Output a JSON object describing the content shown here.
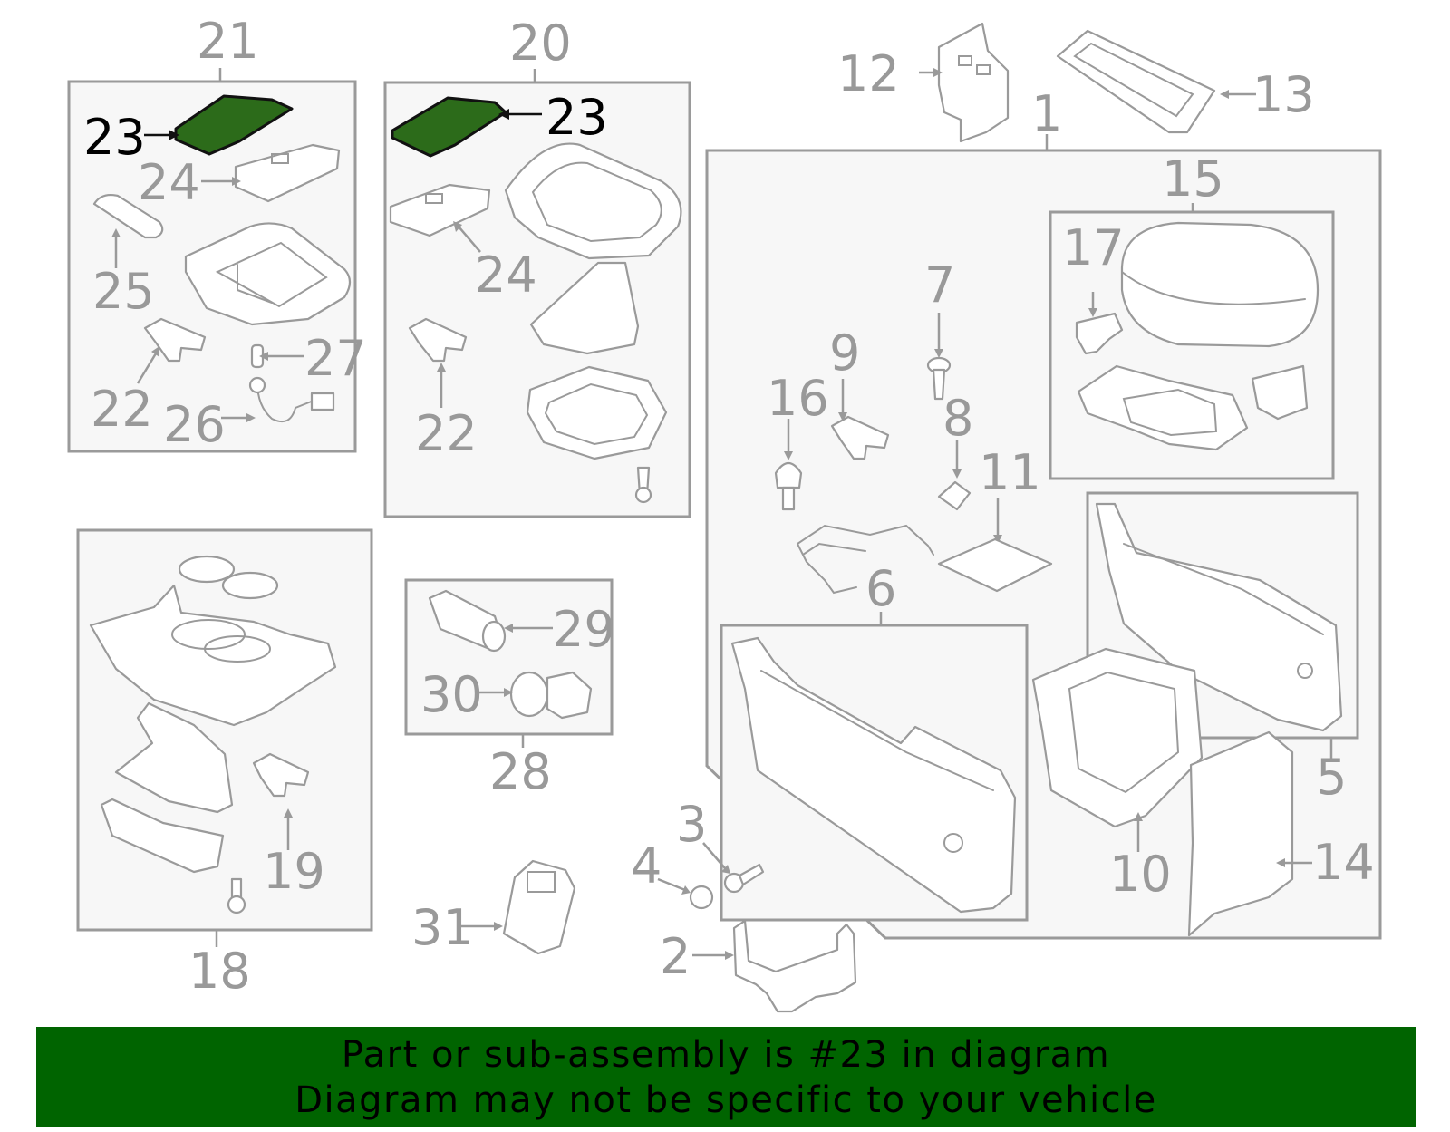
{
  "diagram": {
    "highlight_color": "#2c6b1a",
    "banner_color": "#006400",
    "labels": {
      "l1": "1",
      "l2": "2",
      "l3": "3",
      "l4": "4",
      "l5": "5",
      "l6": "6",
      "l7": "7",
      "l8": "8",
      "l9": "9",
      "l10": "10",
      "l11": "11",
      "l12": "12",
      "l13": "13",
      "l14": "14",
      "l15": "15",
      "l16": "16",
      "l17": "17",
      "l18": "18",
      "l19": "19",
      "l20": "20",
      "l21": "21",
      "l22a": "22",
      "l22b": "22",
      "l23a": "23",
      "l23b": "23",
      "l24a": "24",
      "l24b": "24",
      "l25": "25",
      "l26": "26",
      "l27": "27",
      "l28": "28",
      "l29": "29",
      "l30": "30",
      "l31": "31"
    }
  },
  "banner": {
    "line1": "Part or sub-assembly is #23 in diagram",
    "line2": "Diagram may not be specific to your vehicle"
  }
}
